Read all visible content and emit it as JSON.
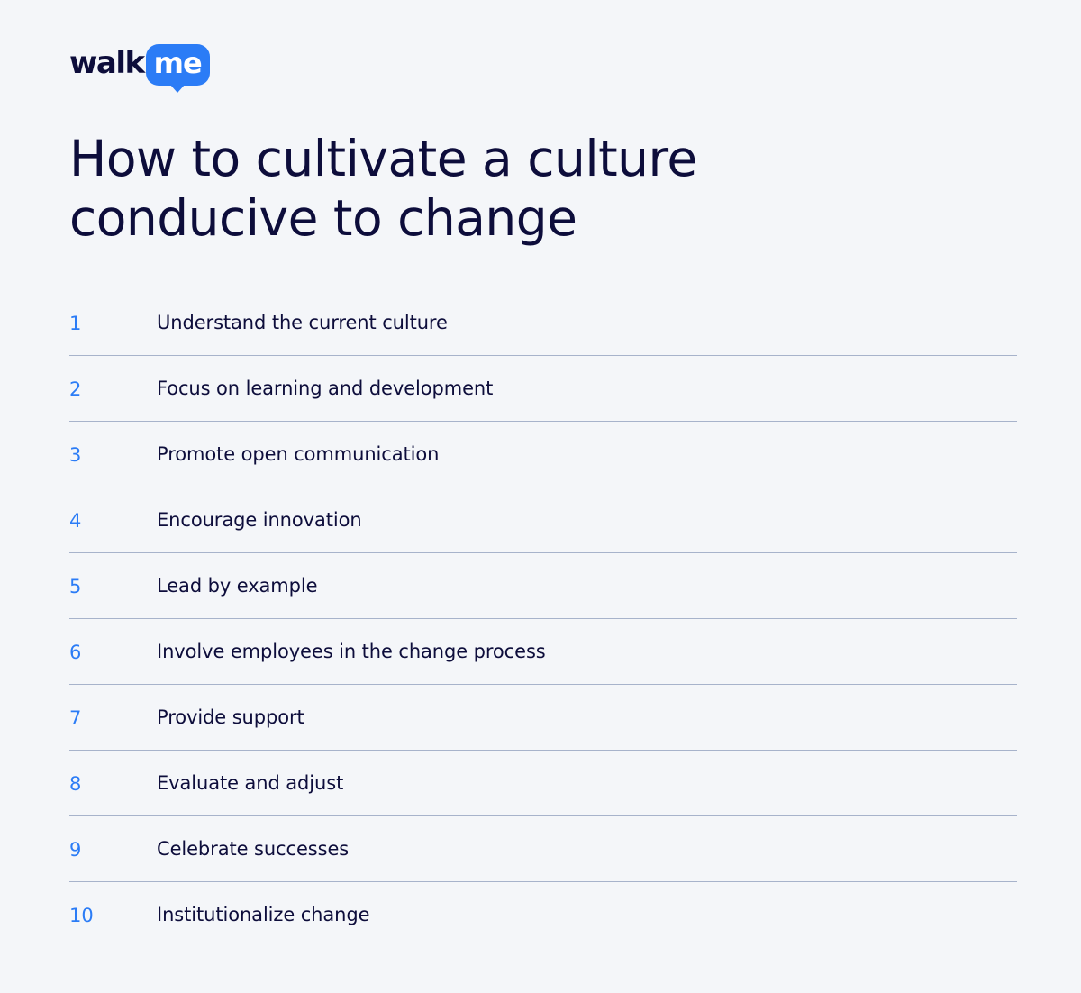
{
  "brand": {
    "logo_part1": "walk",
    "logo_part2": "me",
    "accent_color": "#2b7cf6",
    "text_color": "#0d0d3b"
  },
  "title": {
    "line1": "How to cultivate a culture",
    "line2": "conducive to change"
  },
  "steps": [
    {
      "number": "1",
      "label": "Understand the current culture"
    },
    {
      "number": "2",
      "label": "Focus on learning and development"
    },
    {
      "number": "3",
      "label": "Promote open communication"
    },
    {
      "number": "4",
      "label": "Encourage innovation"
    },
    {
      "number": "5",
      "label": "Lead by example"
    },
    {
      "number": "6",
      "label": "Involve employees in the change process"
    },
    {
      "number": "7",
      "label": "Provide support"
    },
    {
      "number": "8",
      "label": "Evaluate and adjust"
    },
    {
      "number": "9",
      "label": "Celebrate successes"
    },
    {
      "number": "10",
      "label": "Institutionalize change"
    }
  ]
}
